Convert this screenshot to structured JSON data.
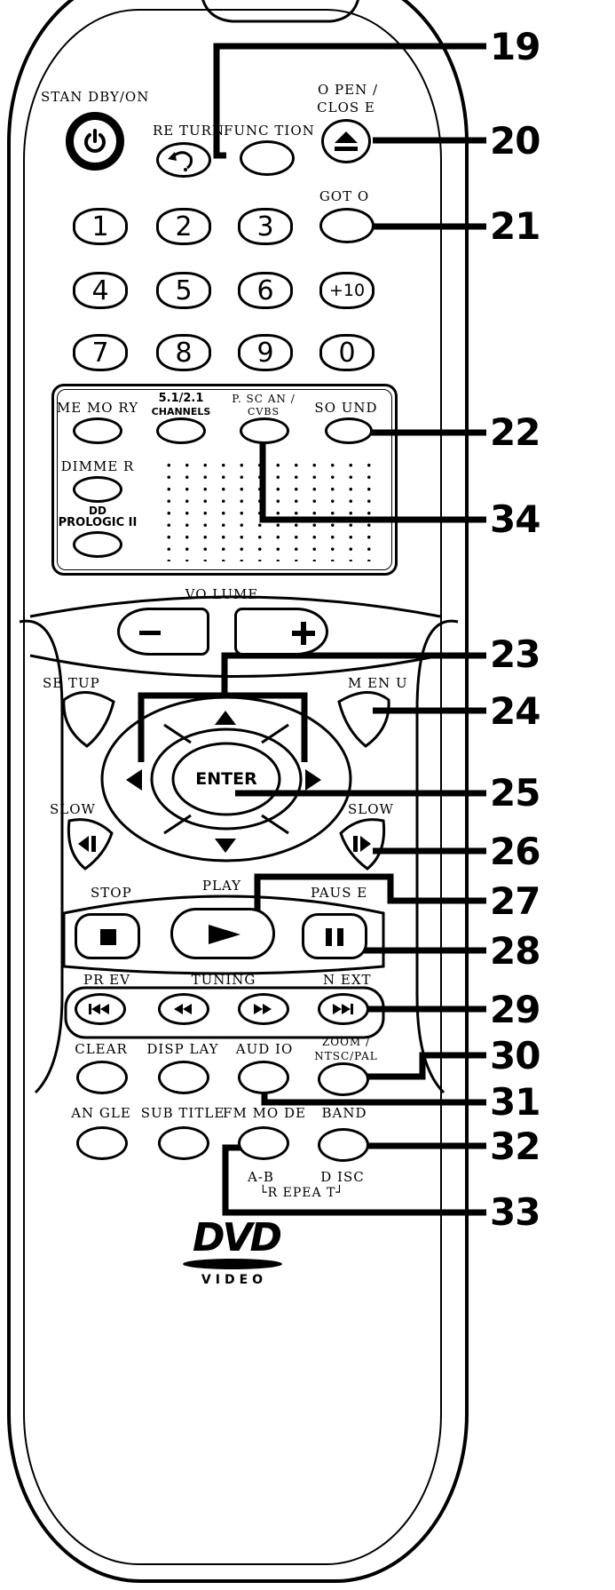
{
  "labels": {
    "standby_on": "STAN DBY/ON",
    "return": "RE TURN",
    "function": "FUNC TION",
    "open_close_1": "O PEN /",
    "open_close_2": "CLOS E",
    "goto": "GOT O",
    "memory": "ME MO RY",
    "channels_1": "5.1/2.1",
    "channels_2": "CHANNELS",
    "pscan_1": "P. SC AN /",
    "pscan_2": "CVBS",
    "sound": "SO UND",
    "dimmer": "DIMME R",
    "prologic_mark": "DD",
    "prologic": "PROLOGIC II",
    "volume": "VO LUME",
    "setup": "SE TUP",
    "menu": "M EN U",
    "enter": "ENTER",
    "slow_left": "SLOW",
    "slow_right": "SLOW",
    "stop": "STOP",
    "play": "PLAY",
    "pause": "PAUS E",
    "prev": "PR EV",
    "tuning": "TUNING",
    "next": "N EXT",
    "clear": "CLEAR",
    "display": "DISP LAY",
    "audio": "AUD IO",
    "zoom_1": "ZOOM /",
    "zoom_2": "NTSC/PAL",
    "angle": "AN GLE",
    "subtitle": "SUB TITLE",
    "fm_mode": "FM MO DE",
    "band": "BAND",
    "ab": "A-B",
    "disc": "D ISC",
    "repeat": "└R EPEA T┘",
    "dvd_logo": "DVD",
    "dvd_video": "VIDEO"
  },
  "keypad": [
    "1",
    "2",
    "3",
    "4",
    "5",
    "6",
    "+10",
    "7",
    "8",
    "9",
    "0"
  ],
  "callouts": [
    "19",
    "20",
    "21",
    "22",
    "34",
    "23",
    "24",
    "25",
    "26",
    "27",
    "28",
    "29",
    "30",
    "31",
    "32",
    "33"
  ],
  "icons": {
    "power": "power-icon",
    "return": "return-arrow-icon",
    "eject": "eject-icon",
    "volume_down": "minus-icon",
    "volume_up": "plus-icon",
    "stop": "stop-icon",
    "play": "play-icon",
    "pause": "pause-icon",
    "prev": "skip-back-icon",
    "rewind": "rewind-icon",
    "forward": "fast-forward-icon",
    "next": "skip-forward-icon"
  }
}
